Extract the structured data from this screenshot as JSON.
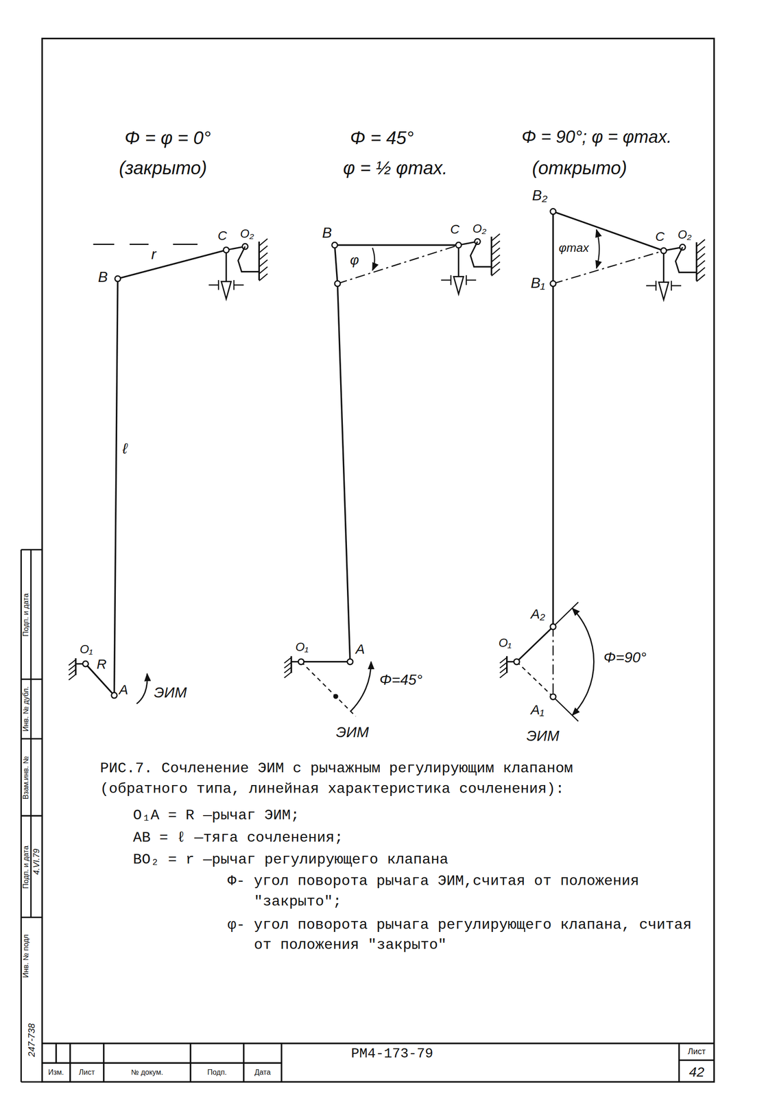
{
  "diagram": {
    "caption": "РИС.7. Сочленение ЭИМ с рычажным регулирующим клапаном (обратного типа, линейная характеристика сочленения):",
    "labels": [
      "Φ = φ = 0°",
      "(закрыто)",
      "B",
      "r",
      "C",
      "O₂",
      "ℓ",
      "O₁",
      "R",
      "A",
      "ЭИМ",
      "Φ = 45°",
      "φ = ½ φmax.",
      "B",
      "φ",
      "C",
      "O₂",
      "O₁",
      "A",
      "Φ=45°",
      "ЭИМ",
      "Φ = 90°; φ = φmax.",
      "(открыто)",
      "B₂",
      "φmax",
      "C",
      "O₂",
      "B₁",
      "A₂",
      "O₁",
      "Φ=90°",
      "A₁",
      "ЭИМ",
      "O₁A = R —рычаг ЭИМ;",
      "AB = ℓ —тяга сочленения;",
      "BO₂ = r —рычаг регулирующего клапана",
      "Φ- угол поворота рычага ЭИМ,считая от положения \"закрыто\";",
      "φ- угол поворота рычага регулирующего клапана, считая от положения \"закрыто\"",
      "РМ4-173-79",
      "Лист",
      "42",
      "Изм.",
      "Лист",
      "№ докум.",
      "Подп.",
      "Дата",
      "Подп. и дата",
      "Инв. № дубл.",
      "Взам.инв. №",
      "Подп. и дата",
      "4.VI.79",
      "Инв. № подл",
      "247-738"
    ]
  }
}
